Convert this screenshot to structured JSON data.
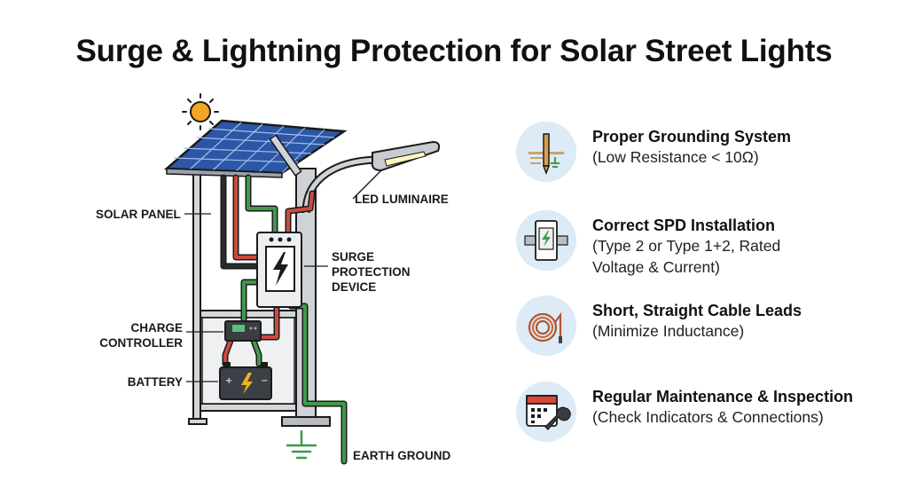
{
  "title": "Surge & Lightning Protection for Solar Street Lights",
  "labels": {
    "solar_panel": "SOLAR PANEL",
    "led_luminaire": "LED LUMINAIRE",
    "spd": [
      "SURGE",
      "PROTECTION",
      "DEVICE"
    ],
    "charge_controller": [
      "CHARGE",
      "CONTROLLER"
    ],
    "battery": "BATTERY",
    "earth_ground": "EARTH GROUND"
  },
  "tips": [
    {
      "icon": "grounding-rod-icon",
      "title": "Proper Grounding System",
      "lines": [
        "(Low Resistance < 10Ω)"
      ]
    },
    {
      "icon": "spd-module-icon",
      "title": "Correct SPD Installation",
      "lines": [
        "(Type 2 or Type 1+2, Rated",
        "Voltage & Current)"
      ]
    },
    {
      "icon": "cable-coil-icon",
      "title": "Short, Straight Cable Leads",
      "lines": [
        "(Minimize Inductance)"
      ]
    },
    {
      "icon": "calendar-wrench-icon",
      "title": "Regular Maintenance & Inspection",
      "lines": [
        "(Check Indicators & Connections)"
      ]
    }
  ],
  "colors": {
    "wire_red": "#c94b3e",
    "wire_green": "#3f9a49",
    "wire_black": "#2b2b2b",
    "panel_blue": "#2d57a6",
    "sun": "#f5a623",
    "icon_bg": "#dcebf5",
    "bolt": "#f0b51d"
  }
}
